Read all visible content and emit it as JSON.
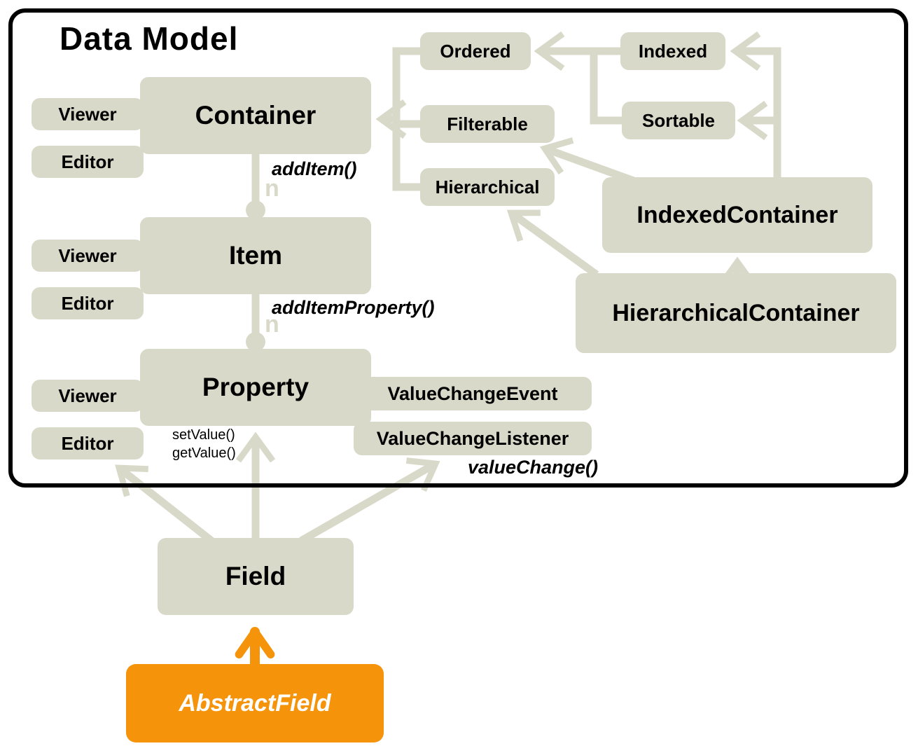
{
  "diagram": {
    "title": "Data Model",
    "classes": {
      "container": "Container",
      "item": "Item",
      "property": "Property",
      "field": "Field",
      "abstract_field": "AbstractField",
      "ordered": "Ordered",
      "indexed": "Indexed",
      "sortable": "Sortable",
      "filterable": "Filterable",
      "hierarchical": "Hierarchical",
      "indexed_container": "IndexedContainer",
      "hierarchical_container": "HierarchicalContainer",
      "value_change_event": "ValueChangeEvent",
      "value_change_listener": "ValueChangeListener"
    },
    "adapters": {
      "viewer": "Viewer",
      "editor": "Editor"
    },
    "annotations": {
      "add_item": "addItem()",
      "add_item_property": "addItemProperty()",
      "set_value": "setValue()",
      "get_value": "getValue()",
      "value_change": "valueChange()",
      "multiplicity": "n"
    },
    "colors": {
      "box_fill": "#d8d9c8",
      "connector": "#d8d9c8",
      "accent": "#f5940b",
      "frame_border": "#000000",
      "text": "#000000",
      "accent_text": "#ffffff"
    }
  }
}
